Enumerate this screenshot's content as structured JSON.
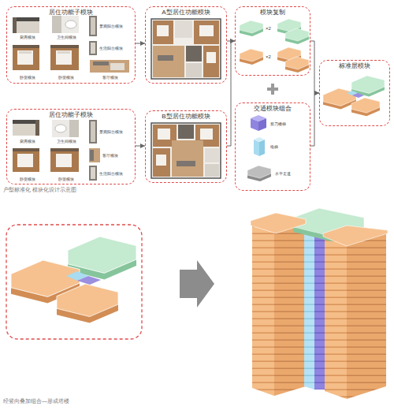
{
  "diagram": {
    "nodes": [
      {
        "text": [
          "居住功能子模块"
        ]
      },
      {
        "text": [
          "厨房模块"
        ],
        "in": 0
      },
      {
        "text": [
          "卫生间模块"
        ],
        "in": 0
      },
      {
        "text": [
          "景观阳台模块"
        ],
        "in": 0
      },
      {
        "text": [
          "生活阳台模块"
        ],
        "in": 0
      },
      {
        "text": [
          "卧室模块"
        ],
        "in": 0
      },
      {
        "text": [
          "卧室模块"
        ],
        "in": 0
      },
      {
        "text": [
          "客厅模块"
        ],
        "in": 0
      },
      {
        "text": [
          "A型居住功能模块"
        ]
      },
      {
        "text": [
          "模块复制"
        ]
      },
      {
        "text": [
          "标准层模块"
        ]
      },
      {
        "text": [
          "居住功能子模块"
        ]
      },
      {
        "text": [
          "厨房模块"
        ],
        "in": 11
      },
      {
        "text": [
          "卫生间模块"
        ],
        "in": 11
      },
      {
        "text": [
          "景观阳台模块"
        ],
        "in": 11
      },
      {
        "text": [
          "卧室模块"
        ],
        "in": 11
      },
      {
        "text": [
          "卧室模块"
        ],
        "in": 11
      },
      {
        "text": [
          "客厅模块"
        ],
        "in": 11
      },
      {
        "text": [
          "生活阳台模块"
        ],
        "in": 11
      },
      {
        "text": [
          "B型居住功能模块"
        ]
      },
      {
        "text": [
          "交通模块组合"
        ]
      },
      {
        "text": [
          "剪刀楼梯"
        ],
        "in": 20
      },
      {
        "text": [
          "电梯"
        ],
        "in": 20
      },
      {
        "text": [
          "水平走道"
        ],
        "in": 20
      }
    ],
    "edges": [
      {
        "from": 0,
        "to": 8,
        "arrow": "to"
      },
      {
        "from": 8,
        "to": 9,
        "arrow": "to"
      },
      {
        "from": 11,
        "to": 19,
        "arrow": "to"
      },
      {
        "from": 19,
        "to": 9,
        "arrow": "to"
      },
      {
        "from": 9,
        "to": 10,
        "arrow": "to"
      },
      {
        "from": 20,
        "to": 10,
        "arrow": "to"
      }
    ],
    "labels": [
      "×2",
      "×2",
      "户型标准化 模块化设计示意图",
      "经竖向叠加组合—形成塔楼"
    ]
  }
}
